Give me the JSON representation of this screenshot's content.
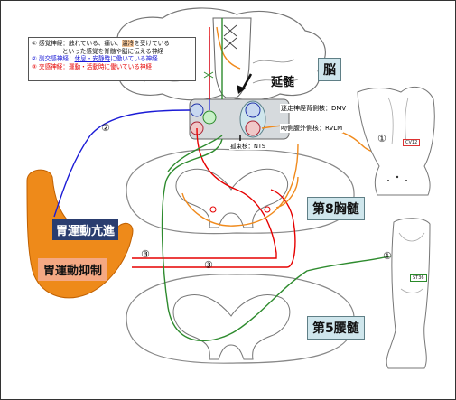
{
  "legend": {
    "line1a": "① 感覚神経：触れている、痛い、",
    "line1b": "温冷",
    "line1c": "を受けている",
    "line1d": "といった感覚を脊髄や脳に伝える神経",
    "line2a": "② 副交感神経：",
    "line2b": "休息・安静時",
    "line2c": "に働いている神経",
    "line3a": "③ 交感神経：",
    "line3b": "運動・活動時",
    "line3c": "に働いている神経"
  },
  "labels": {
    "brain": "脳",
    "medulla": "延髄",
    "dmv": "迷走神経背側核：DMV",
    "rvlm": "吻側腹外側核：RVLM",
    "nts": "孤束核：NTS",
    "thoracic": "第8胸髄",
    "lumbar": "第5腰髄",
    "gastric_up": "胃運動亢進",
    "gastric_down": "胃運動抑制",
    "num_2": "②",
    "num_1_top": "①",
    "num_1_leg": "①",
    "num_3_a": "③",
    "num_3_b": "③",
    "tag_abdomen": "CV12",
    "tag_leg": "ST36"
  },
  "colors": {
    "sensory": "#2e8b2e",
    "parasympathetic": "#1b1bd6",
    "sympathetic": "#e60000",
    "orange": "#f08a1c",
    "stomach": "#ee8a1a",
    "teal_box": "#cfe6ec"
  }
}
